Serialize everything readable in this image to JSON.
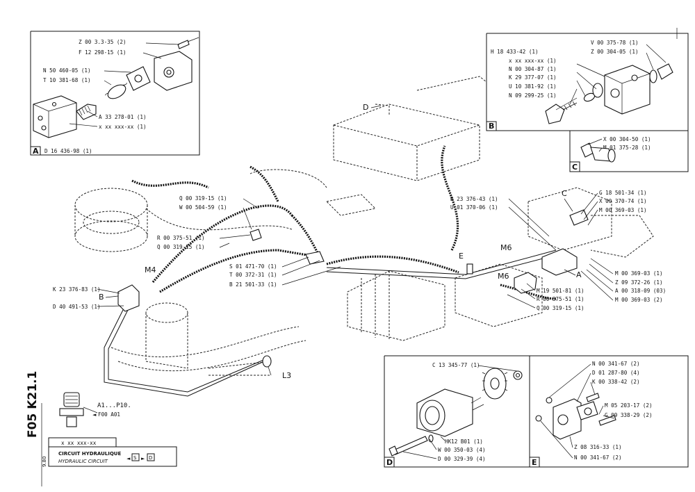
{
  "sheet": {
    "code_vertical": "F05 K21.1",
    "date": "9.80",
    "part_no": "x xx xxx-xx",
    "title_fr": "CIRCUIT HYDRAULIQUE",
    "title_en": "HYDRAULIC CIRCUIT",
    "nav_from": "S",
    "nav_to": "D",
    "ref_range": "A1...P10.",
    "ref_sheet": "F00 A01"
  },
  "insets": {
    "A": {
      "letter": "A",
      "footer_code": "D 16 436-98 (1)",
      "labels": [
        "Z 00 3.3-35 (2)",
        "F 12 298-15 (1)",
        "N 50 460-05 (1)",
        "T 10 381-68 (1)",
        "A 33 278-01 (1)",
        "x xx xxx-xx (1)"
      ]
    },
    "B": {
      "letter": "B",
      "labels": [
        "H 18 433-42 (1)",
        "x xx xxx-xx (1)",
        "N 00 304-87 (1)",
        "K 29 377-07 (1)",
        "U 10 381-92 (1)",
        "N 09 299-25 (1)",
        "V 00 375-78 (1)",
        "Z 00 304-05 (1)"
      ]
    },
    "C": {
      "letter": "C",
      "labels": [
        "X 00 304-50 (1)",
        "M 01 375-28 (1)"
      ]
    },
    "D": {
      "letter": "D",
      "labels": [
        "C 13 345-77 (1)",
        "HK12 B01 (1)",
        "W 00 350-03 (4)",
        "D 00 329-39 (4)"
      ]
    },
    "E": {
      "letter": "E",
      "labels": [
        "N 00 341-67 (2)",
        "D 01 287-80 (4)",
        "K 00 338-42 (2)",
        "M 05 203-17 (2)",
        "G 09 338-29 (2)",
        "Z 08 316-33 (1)",
        "N 00 341-67 (2)"
      ]
    }
  },
  "main_labels": {
    "left": [
      "K 23 376-83 (1)",
      "D 40 491-53 (1)"
    ],
    "center": [
      "Q 00 319-15 (1)",
      "W 00 504-59 (1)",
      "R 00 375-51 (1)",
      "Q 00 319-15 (1)",
      "S 01 471-70 (1)",
      "T 00 372-31 (1)",
      "B 21 501-33 (1)"
    ],
    "right_top": [
      "R 23 376-43 (1)",
      "U 01 370-06 (1)",
      "G 18 501-34 (1)",
      "X 00 370-74 (1)",
      "M 00 369-03 (1)"
    ],
    "right_bottom": [
      "M 00 369-03 (1)",
      "Z 09 372-26 (1)",
      "A 00 318-09 (03)",
      "M 00 369-03 (2)",
      "M 19 501-81 (1)",
      "R 00 375-51 (1)",
      "Q 00 319-15 (1)"
    ]
  },
  "callouts": {
    "m4": "M4",
    "m6a": "M6",
    "m6b": "M6",
    "l3": "L3",
    "b": "B",
    "c": "C",
    "d": "D",
    "e": "E",
    "a": "A"
  }
}
